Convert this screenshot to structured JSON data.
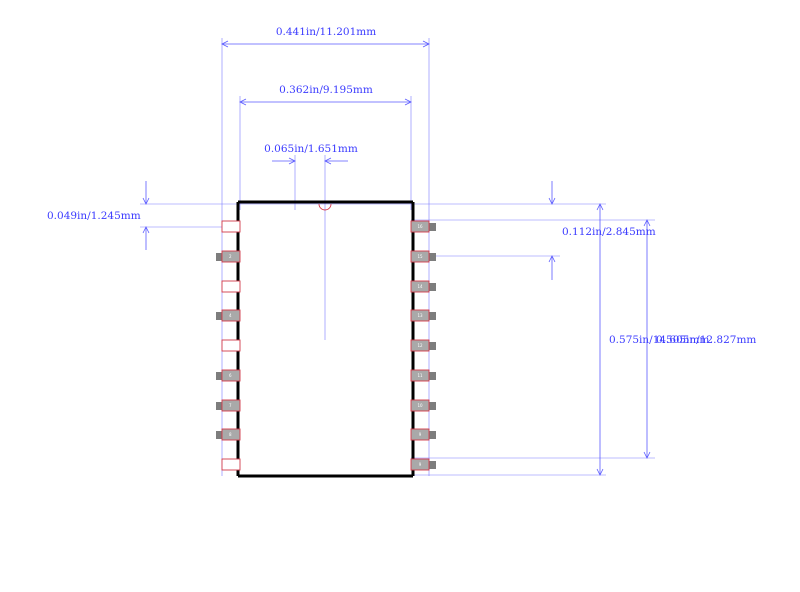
{
  "dimensions": {
    "overall_width": "0.441in/11.201mm",
    "body_width": "0.362in/9.195mm",
    "pin_width": "0.065in/1.651mm",
    "pad_length": "0.049in/1.245mm",
    "pitch": "0.112in/2.845mm",
    "body_length": "0.575in/14.605mm",
    "pin_span": "0.505in/12.827mm"
  },
  "pins": {
    "left": [
      "",
      "2",
      "",
      "4",
      "",
      "6",
      "7",
      "8",
      ""
    ],
    "right": [
      "16",
      "15",
      "14",
      "13",
      "12",
      "11",
      "10",
      "9",
      "9"
    ]
  },
  "colors": {
    "dimension": "#3b3bff",
    "pad_outline": "#d23a4a",
    "pad_fill": "#a9a9a9",
    "body_outline": "#000000"
  }
}
